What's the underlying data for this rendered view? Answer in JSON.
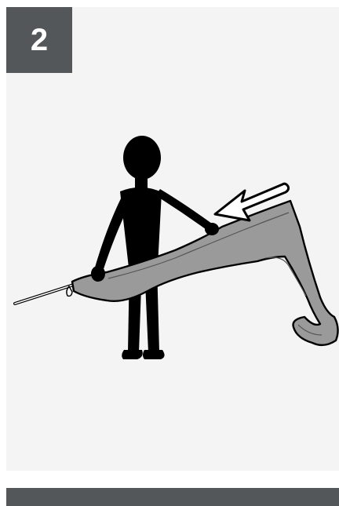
{
  "step": {
    "number": "2"
  },
  "colors": {
    "badge_bg": "#545759",
    "panel_bg": "#f4f4f4",
    "bag_fill": "#9a9a9a",
    "silhouette": "#000000"
  },
  "illustration": {
    "figure_icon": "person-silhouette",
    "object_icon": "bag-sleeve",
    "arrow_icon": "arrow-down-left-outline"
  }
}
